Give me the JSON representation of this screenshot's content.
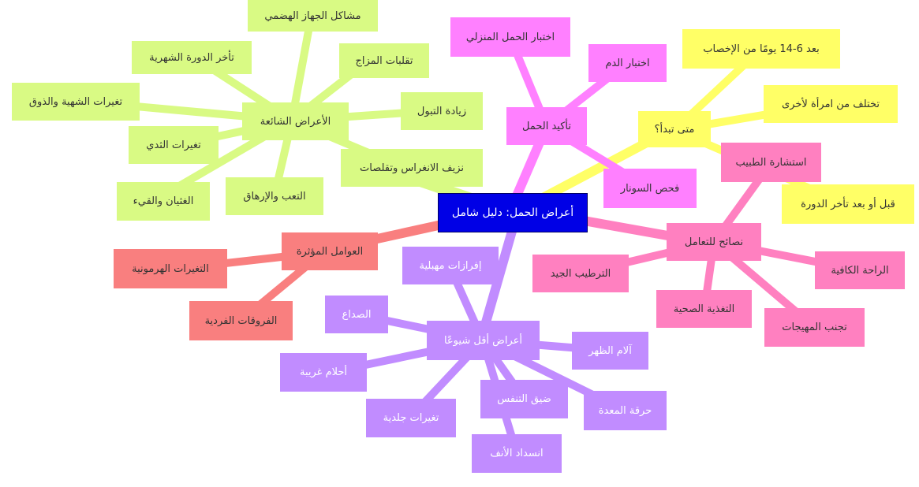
{
  "root": {
    "label": "أعراض الحمل: دليل شامل"
  },
  "colors": {
    "green": "#d9fa84",
    "magenta": "#ff80ff",
    "yellow": "#ffff66",
    "pink": "#ff80c0",
    "red": "#f97f7f",
    "purple": "#c18cff",
    "root": "#0000e6"
  },
  "common": {
    "label": "الأعراض الشائعة",
    "items": [
      "مشاكل الجهاز الهضمي",
      "تأخر الدورة الشهرية",
      "تقلبات المزاج",
      "تغيرات الشهية والذوق",
      "زيادة التبول",
      "تغيرات الثدي",
      "نزيف الانغراس وتقلصات",
      "الغثيان والقيء",
      "التعب والإرهاق"
    ]
  },
  "confirm": {
    "label": "تأكيد الحمل",
    "items": [
      "اختبار الحمل المنزلي",
      "اختبار الدم",
      "فحص السونار"
    ]
  },
  "when": {
    "label": "متى تبدأ؟",
    "items": [
      "بعد 6-14 يومًا من الإخصاب",
      "تختلف من امرأة لأخرى",
      "قبل أو بعد تأخر الدورة"
    ]
  },
  "tips": {
    "label": "نصائح للتعامل",
    "items": [
      "استشارة الطبيب",
      "الراحة الكافية",
      "الترطيب الجيد",
      "التغذية الصحية",
      "تجنب المهيجات"
    ]
  },
  "factors": {
    "label": "العوامل المؤثرة",
    "items": [
      "التغيرات الهرمونية",
      "الفروقات الفردية"
    ]
  },
  "less": {
    "label": "أعراض أقل شيوعًا",
    "items": [
      "إفرازات مهبلية",
      "الصداع",
      "آلام الظهر",
      "أحلام غريبة",
      "ضيق التنفس",
      "حرقة المعدة",
      "تغيرات جلدية",
      "انسداد الأنف"
    ]
  }
}
